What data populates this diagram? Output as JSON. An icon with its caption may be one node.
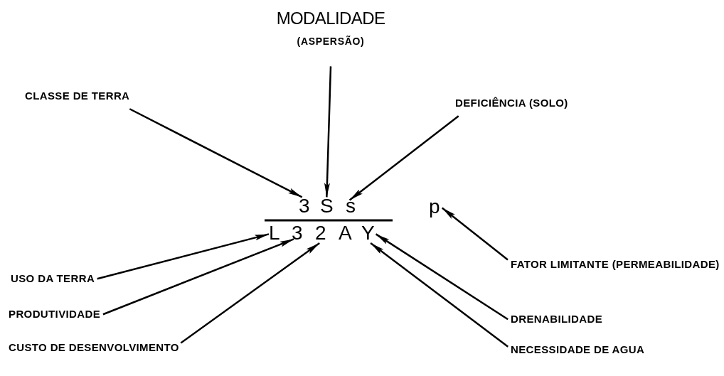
{
  "diagram": {
    "nodes": [
      {
        "text": [
          "MODALIDADE",
          "(ASPERSÃO)"
        ]
      },
      {
        "text": [
          "CLASSE DE TERRA"
        ]
      },
      {
        "text": [
          "DEFICIÊNCIA (SOLO)"
        ]
      },
      {
        "text": [
          "3"
        ]
      },
      {
        "text": [
          "S"
        ]
      },
      {
        "text": [
          "s"
        ]
      },
      {
        "text": [
          "p"
        ]
      },
      {
        "text": [
          "L"
        ]
      },
      {
        "text": [
          "3"
        ]
      },
      {
        "text": [
          "2"
        ]
      },
      {
        "text": [
          "A"
        ]
      },
      {
        "text": [
          "Y"
        ]
      },
      {
        "text": [
          "USO DA TERRA"
        ]
      },
      {
        "text": [
          "FATOR LIMITANTE (PERMEABILIDADE)"
        ]
      },
      {
        "text": [
          "PRODUTIVIDADE"
        ]
      },
      {
        "text": [
          "DRENABILIDADE"
        ]
      },
      {
        "text": [
          "CUSTO DE DESENVOLVIMENTO"
        ]
      },
      {
        "text": [
          "NECESSIDADE DE AGUA"
        ]
      }
    ],
    "edges": [
      {
        "from": 1,
        "to": 3,
        "arrow": "to"
      },
      {
        "from": 0,
        "to": 4,
        "arrow": "to"
      },
      {
        "from": 2,
        "to": 5,
        "arrow": "to"
      },
      {
        "from": 12,
        "to": 7,
        "arrow": "to"
      },
      {
        "from": 14,
        "to": 8,
        "arrow": "to"
      },
      {
        "from": 16,
        "to": 9,
        "arrow": "to"
      },
      {
        "from": 13,
        "to": 6,
        "arrow": "to"
      },
      {
        "from": 15,
        "to": 11,
        "arrow": "to"
      },
      {
        "from": 17,
        "to": 11,
        "arrow": "to"
      }
    ]
  }
}
